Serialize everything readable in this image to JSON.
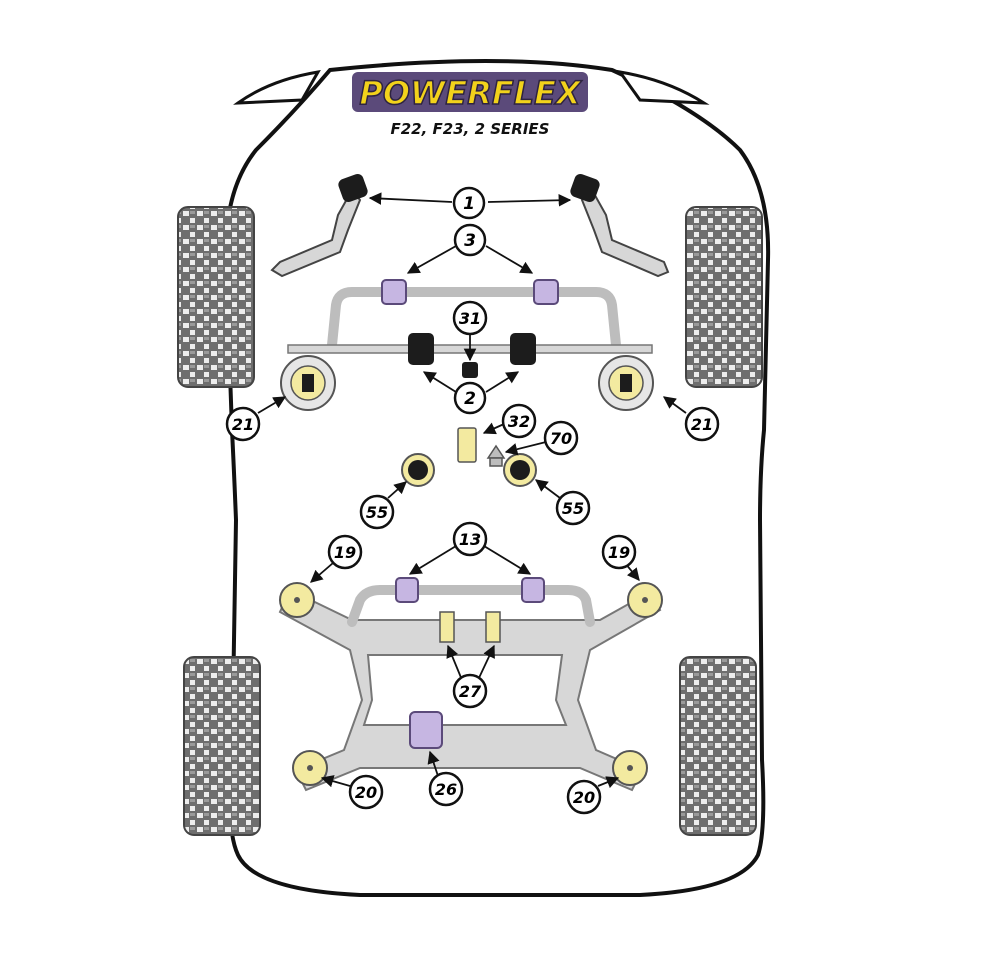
{
  "brand": {
    "logo_text": "POWERFLEX",
    "logo_bg": "#5b4a7a",
    "logo_fill": "#f2d21b"
  },
  "title": "F22, F23, 2 SERIES",
  "colors": {
    "bush_black": "#1c1c1c",
    "bush_yellow": "#f3eaa0",
    "bush_purple": "#c6b6e2",
    "frame_grey": "#d7d7d7",
    "tyre": "#7c7c7c"
  },
  "callouts": [
    {
      "id": "c1",
      "label": "1"
    },
    {
      "id": "c3",
      "label": "3"
    },
    {
      "id": "c31",
      "label": "31"
    },
    {
      "id": "c2",
      "label": "2"
    },
    {
      "id": "c21l",
      "label": "21"
    },
    {
      "id": "c21r",
      "label": "21"
    },
    {
      "id": "c32",
      "label": "32"
    },
    {
      "id": "c70",
      "label": "70"
    },
    {
      "id": "c55l",
      "label": "55"
    },
    {
      "id": "c55r",
      "label": "55"
    },
    {
      "id": "c13",
      "label": "13"
    },
    {
      "id": "c19l",
      "label": "19"
    },
    {
      "id": "c19r",
      "label": "19"
    },
    {
      "id": "c27",
      "label": "27"
    },
    {
      "id": "c20l",
      "label": "20"
    },
    {
      "id": "c26",
      "label": "26"
    },
    {
      "id": "c20r",
      "label": "20"
    }
  ]
}
